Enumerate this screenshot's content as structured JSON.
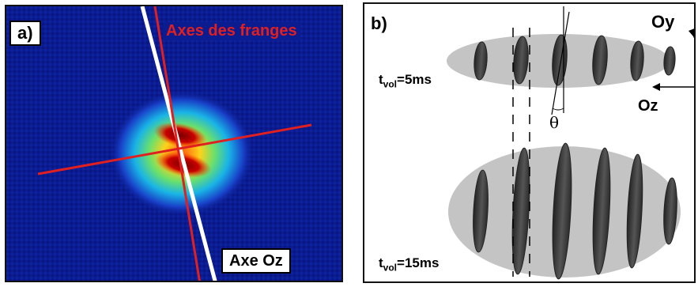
{
  "panel_a": {
    "label": "a)",
    "fringe_axes_label": "Axes des franges",
    "oz_axis_label": "Axe Oz",
    "colors": {
      "background": "#0a1a8c",
      "fringe_axis": "#e02020",
      "oz_axis": "#ffffff",
      "fringe_label": "#e02020"
    }
  },
  "panel_b": {
    "label": "b)",
    "oy_label": "Oy",
    "oz_label": "Oz",
    "theta_label": "θ",
    "t1_prefix": "t",
    "t1_sub": "vol",
    "t1_suffix": "=5ms",
    "t2_prefix": "t",
    "t2_sub": "vol",
    "t2_suffix": "=15ms",
    "colors": {
      "cloud": "#c4c4c4",
      "fringe": "#444444"
    }
  }
}
